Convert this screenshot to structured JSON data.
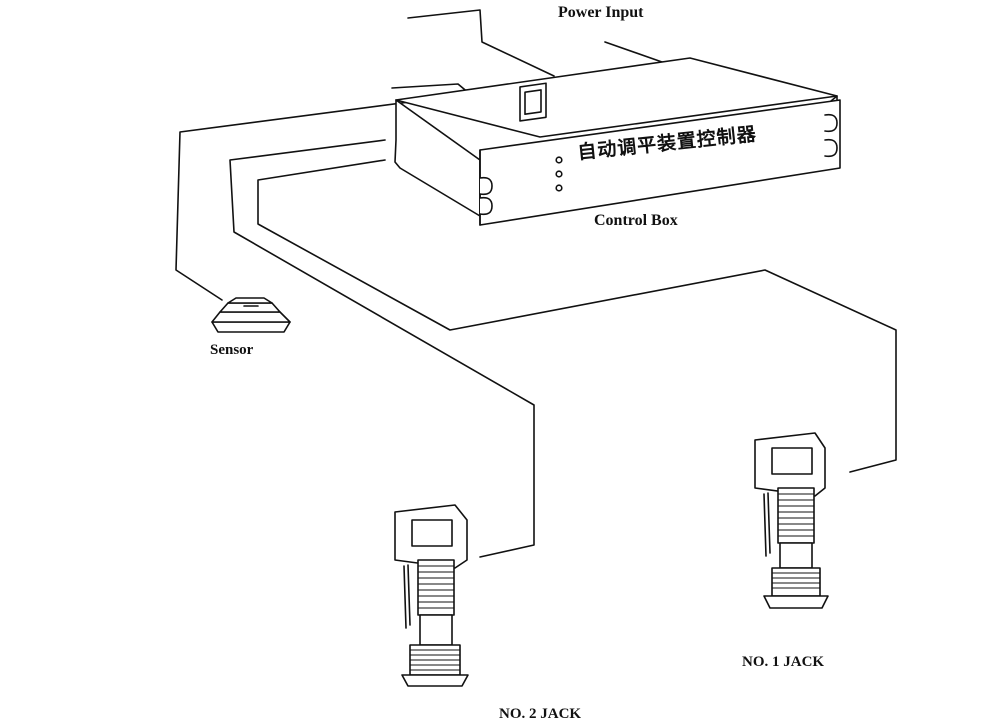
{
  "labels": {
    "power_input": "Power Input",
    "control_box": "Control Box",
    "sensor": "Sensor",
    "jack1": "NO. 1 JACK",
    "jack2": "NO. 2 JACK"
  },
  "control_box": {
    "front_text": "自动调平装置控制器"
  },
  "colors": {
    "line": "#111111",
    "background": "#ffffff"
  }
}
